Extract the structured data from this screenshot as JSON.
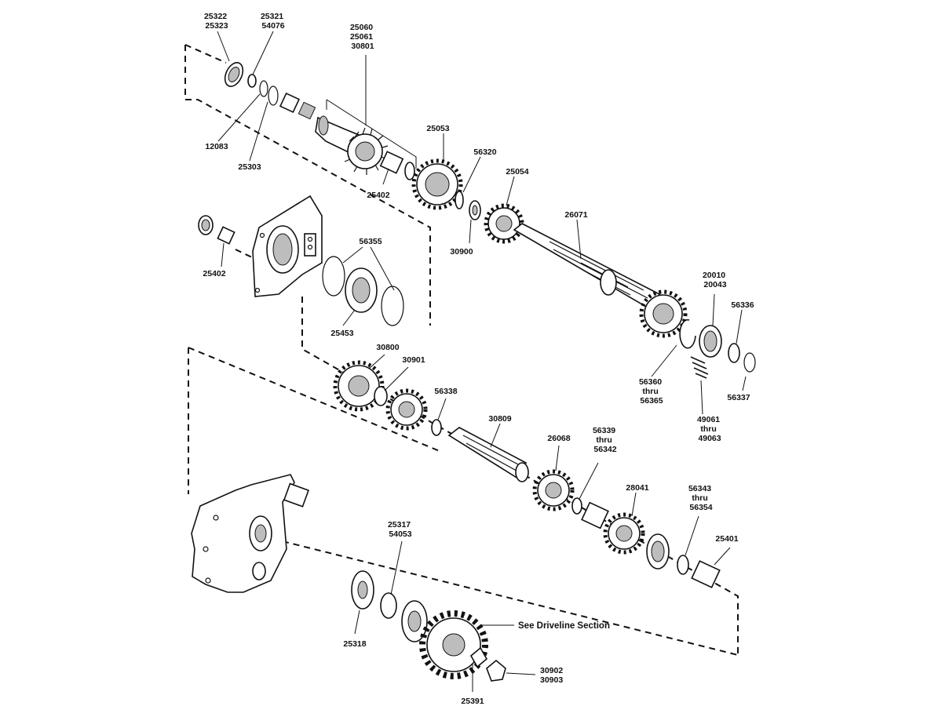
{
  "labels": {
    "l25322": [
      "25322",
      "25323"
    ],
    "l25321": [
      "25321",
      "54076"
    ],
    "l25060": [
      "25060",
      "25061",
      "30801"
    ],
    "l12083": [
      "12083"
    ],
    "l25303": [
      "25303"
    ],
    "l25053": [
      "25053"
    ],
    "l25402a": [
      "25402"
    ],
    "l56320": [
      "56320"
    ],
    "l25054": [
      "25054"
    ],
    "l30900": [
      "30900"
    ],
    "l26071": [
      "26071"
    ],
    "l25402b": [
      "25402"
    ],
    "l56355": [
      "56355"
    ],
    "l25453": [
      "25453"
    ],
    "l20010": [
      "20010",
      "20043"
    ],
    "l56336": [
      "56336"
    ],
    "l56360": [
      "56360",
      "thru",
      "56365"
    ],
    "l56337": [
      "56337"
    ],
    "l49061": [
      "49061",
      "thru",
      "49063"
    ],
    "l30800": [
      "30800"
    ],
    "l30901": [
      "30901"
    ],
    "l56338": [
      "56338"
    ],
    "l30809": [
      "30809"
    ],
    "l26068": [
      "26068"
    ],
    "l56339": [
      "56339",
      "thru",
      "56342"
    ],
    "l28041": [
      "28041"
    ],
    "l56343": [
      "56343",
      "thru",
      "56354"
    ],
    "l25401": [
      "25401"
    ],
    "l25317": [
      "25317",
      "54053"
    ],
    "l25318": [
      "25318"
    ],
    "l25391": [
      "25391"
    ],
    "l30902": [
      "30902",
      "30903"
    ],
    "driveline": [
      "See Driveline Section"
    ]
  }
}
